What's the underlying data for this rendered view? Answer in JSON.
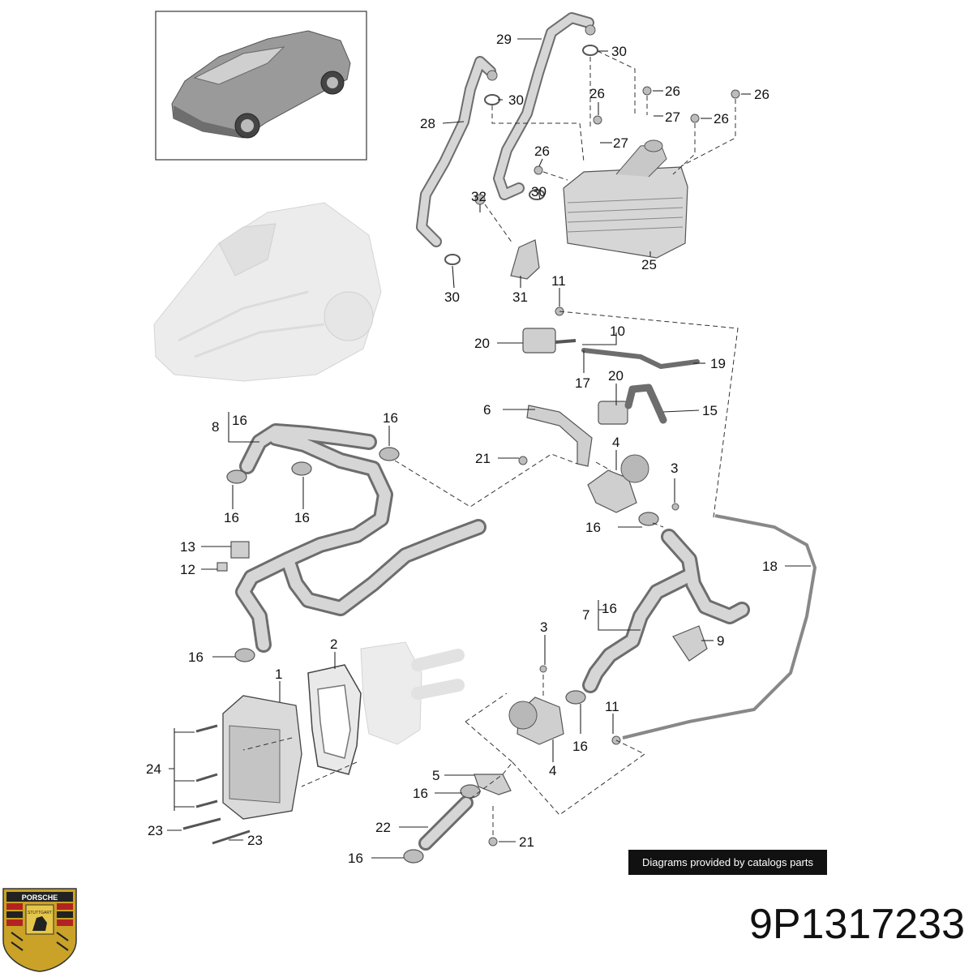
{
  "part_number": "9P1317233",
  "credit_text": "Diagrams provided by catalogs parts",
  "brand_crest_text": "PORSCHE",
  "brand_crest_subtext": "STUTTGART",
  "callouts": {
    "c29": "29",
    "c30a": "30",
    "c30b": "30",
    "c26a": "26",
    "c26b": "26",
    "c26c": "26",
    "c26d": "26",
    "c26e": "26",
    "c27a": "27",
    "c27b": "27",
    "c28": "28",
    "c32": "32",
    "c30c": "30",
    "c30d": "30",
    "c31": "31",
    "c25": "25",
    "c11a": "11",
    "c10": "10",
    "c20a": "20",
    "c19": "19",
    "c17": "17",
    "c20b": "20",
    "c15": "15",
    "c6": "6",
    "c4a": "4",
    "c21a": "21",
    "c3a": "3",
    "c8": "8",
    "c16a": "16",
    "c16b": "16",
    "c16c": "16",
    "c16d": "16",
    "c16e": "16",
    "c13": "13",
    "c12": "12",
    "c18": "18",
    "c7": "7",
    "c16f": "16",
    "c9": "9",
    "c16g": "16",
    "c3b": "3",
    "c2": "2",
    "c1": "1",
    "c11b": "11",
    "c16h": "16",
    "c4b": "4",
    "c24": "24",
    "c5": "5",
    "c16i": "16",
    "c23a": "23",
    "c23b": "23",
    "c22": "22",
    "c21b": "21",
    "c16j": "16"
  }
}
